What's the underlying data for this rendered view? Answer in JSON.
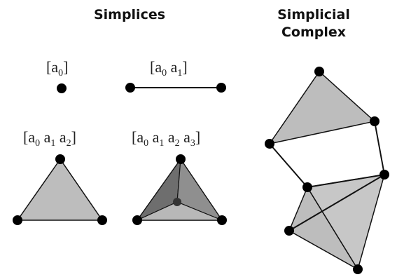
{
  "headings": {
    "simplices": "Simplices",
    "complex_line1": "Simplicial",
    "complex_line2": "Complex"
  },
  "simplex_labels": {
    "s0": {
      "base": "a",
      "sub": "0"
    },
    "s1": [
      {
        "base": "a",
        "sub": "0"
      },
      {
        "base": "a",
        "sub": "1"
      }
    ],
    "s2": [
      {
        "base": "a",
        "sub": "0"
      },
      {
        "base": "a",
        "sub": "1"
      },
      {
        "base": "a",
        "sub": "2"
      }
    ],
    "s3": [
      {
        "base": "a",
        "sub": "0"
      },
      {
        "base": "a",
        "sub": "1"
      },
      {
        "base": "a",
        "sub": "2"
      },
      {
        "base": "a",
        "sub": "3"
      }
    ]
  },
  "colors": {
    "face_light": "#bdbdbd",
    "face_mid": "#8f8f8f",
    "face_dark": "#6e6e6e",
    "vertex": "#000000",
    "edge": "#111111"
  }
}
